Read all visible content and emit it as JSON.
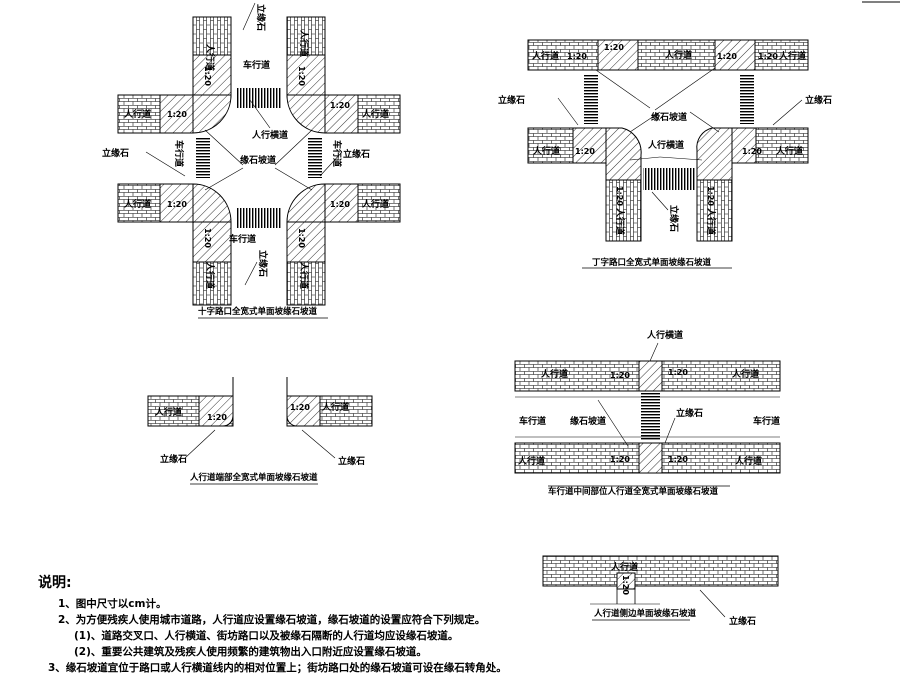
{
  "labels": {
    "sidewalk": "人行道",
    "carriageway": "车行道",
    "crosswalk": "人行横道",
    "upright_curb": "立缘石",
    "curb_ramp": "缘石坡道",
    "slope": "1:20"
  },
  "captions": {
    "crossroad": "十字路口全宽式单面坡缘石坡道",
    "t_junction": "丁字路口全宽式单面坡缘石坡道",
    "sidewalk_end": "人行道端部全宽式单面坡缘石坡道",
    "midblock": "车行道中间部位人行道全宽式单面坡缘石坡道",
    "sidewalk_side": "人行道侧边单面坡缘石坡道"
  },
  "notes": {
    "heading": "说明:",
    "items": [
      "1、图中尺寸以cm计。",
      "2、为方便残疾人使用城市道路，人行道应设置缘石坡道，缘石坡道的设置应符合下列规定。",
      "(1)、道路交叉口、人行横道、街坊路口以及被缘石隔断的人行道均应设缘石坡道。",
      "(2)、重要公共建筑及残疾人使用频繁的建筑物出入口附近应设置缘石坡道。",
      "3、缘石坡道宜位于路口或人行横道线内的相对位置上；街坊路口处的缘石坡道可设在缘石转角处。"
    ]
  }
}
